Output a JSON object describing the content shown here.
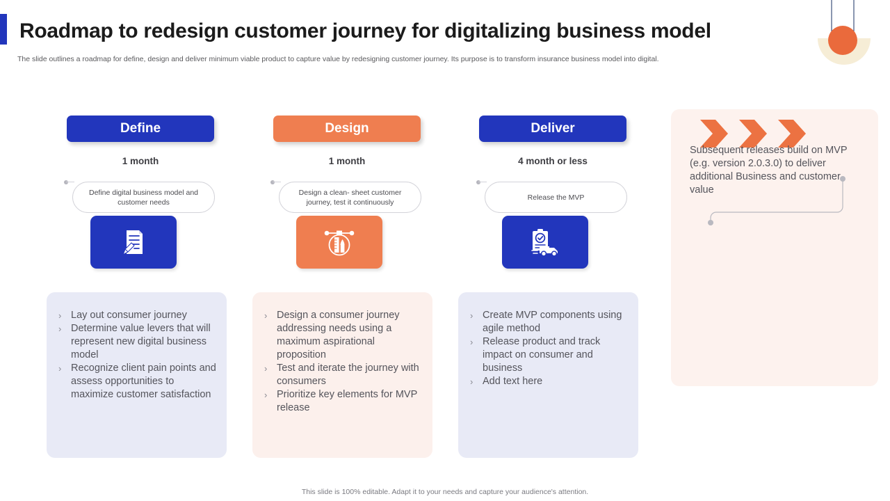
{
  "header": {
    "title": "Roadmap to redesign customer journey for digitalizing business model",
    "subtitle": "The slide outlines a roadmap for define, design and deliver minimum  viable product to capture value by redesigning customer journey. Its  purpose is to transform insurance business model into  digital.",
    "accent_blue": "#2236bc",
    "accent_orange": "#ef7e50"
  },
  "phases": [
    {
      "name": "Define",
      "duration": "1 month",
      "callout": "Define digital business model and customer needs",
      "icon": "document-pen-icon",
      "color": "#2236bc",
      "panel_color": "#e8eaf6",
      "bullets": [
        "Lay out consumer journey",
        "Determine value levers that will represent new digital business model",
        "Recognize client pain points and assess opportunities to maximize customer satisfaction"
      ]
    },
    {
      "name": "Design",
      "duration": "1 month",
      "callout": "Design a clean- sheet customer journey, test it continuously",
      "icon": "design-tool-icon",
      "color": "#ef7e50",
      "panel_color": "#fcf0ec",
      "bullets": [
        "Design a consumer journey addressing needs using a maximum aspirational proposition",
        "Test and iterate the journey with consumers",
        "Prioritize key elements for MVP release"
      ]
    },
    {
      "name": "Deliver",
      "duration": "4 month or less",
      "callout": "Release the MVP",
      "icon": "clipboard-truck-icon",
      "color": "#2236bc",
      "panel_color": "#e8eaf6",
      "bullets": [
        "Create MVP components using agile method",
        "Release product and track impact on consumer and business",
        "Add text here"
      ]
    }
  ],
  "right_panel": {
    "text": "Subsequent releases build on MVP (e.g. version 2.0.3.0) to deliver additional Business and customer value",
    "icon": "hand-holding-papers-icon",
    "chevron_count": 3,
    "background": "#fdf2ee",
    "icon_color": "#ef7e50"
  },
  "footer": {
    "note": "This slide is 100% editable. Adapt it to your needs and capture your audience's attention."
  }
}
